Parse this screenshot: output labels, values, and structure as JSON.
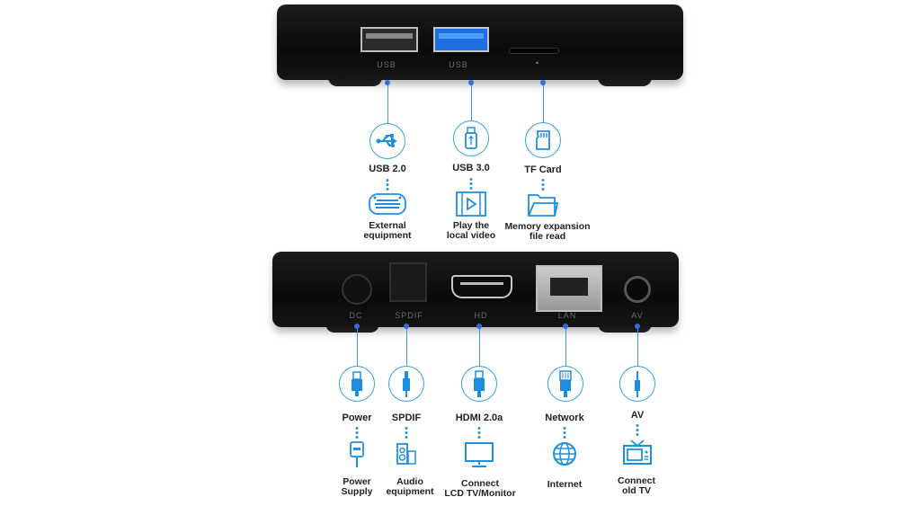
{
  "top_device": {
    "ports": [
      {
        "silk": "USB",
        "name": "USB 2.0",
        "use_line1": "External",
        "use_line2": "equipment"
      },
      {
        "silk": "USB",
        "name": "USB 3.0",
        "use_line1": "Play the",
        "use_line2": "local video"
      },
      {
        "silk": "▲",
        "name": "TF Card",
        "use_line1": "Memory expansion",
        "use_line2": "file read"
      }
    ]
  },
  "bottom_device": {
    "ports": [
      {
        "silk": "DC",
        "name": "Power",
        "use_line1": "Power",
        "use_line2": "Supply"
      },
      {
        "silk": "SPDIF",
        "name": "SPDIF",
        "use_line1": "Audio",
        "use_line2": "equipment"
      },
      {
        "silk": "HD",
        "name": "HDMI 2.0a",
        "use_line1": "Connect",
        "use_line2": "LCD TV/Monitor"
      },
      {
        "silk": "LAN",
        "name": "Network",
        "use_line1": "Internet",
        "use_line2": ""
      },
      {
        "silk": "AV",
        "name": "AV",
        "use_line1": "Connect",
        "use_line2": "old TV"
      }
    ]
  },
  "colors": {
    "accent": "#2b8fe0",
    "line": "#4a8fe0",
    "device": "#111111"
  }
}
